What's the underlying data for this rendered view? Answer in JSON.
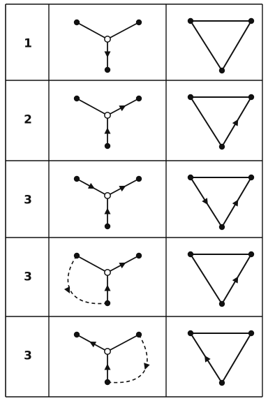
{
  "colors": {
    "ink": "#111111",
    "paper": "#ffffff"
  },
  "rows": [
    {
      "label": "1",
      "star_edges": [
        {
          "edge": "left",
          "arrow": "none"
        },
        {
          "edge": "right",
          "arrow": "none"
        },
        {
          "edge": "bottom",
          "arrow": "outward"
        }
      ],
      "star_dashed_arc": "none",
      "triangle_arrows": []
    },
    {
      "label": "2",
      "star_edges": [
        {
          "edge": "left",
          "arrow": "none"
        },
        {
          "edge": "right",
          "arrow": "outward"
        },
        {
          "edge": "bottom",
          "arrow": "inward"
        }
      ],
      "star_dashed_arc": "none",
      "triangle_arrows": [
        {
          "side": "right",
          "direction": "upward"
        }
      ]
    },
    {
      "label": "3",
      "star_edges": [
        {
          "edge": "left",
          "arrow": "inward"
        },
        {
          "edge": "right",
          "arrow": "outward"
        },
        {
          "edge": "bottom",
          "arrow": "inward"
        }
      ],
      "star_dashed_arc": "none",
      "triangle_arrows": [
        {
          "side": "left",
          "direction": "downward"
        },
        {
          "side": "right",
          "direction": "upward"
        }
      ]
    },
    {
      "label": "3",
      "star_edges": [
        {
          "edge": "left",
          "arrow": "none"
        },
        {
          "edge": "right",
          "arrow": "outward"
        },
        {
          "edge": "bottom",
          "arrow": "inward"
        }
      ],
      "star_dashed_arc": "left",
      "triangle_arrows": [
        {
          "side": "right",
          "direction": "upward"
        }
      ]
    },
    {
      "label": "3",
      "star_edges": [
        {
          "edge": "left",
          "arrow": "outward"
        },
        {
          "edge": "right",
          "arrow": "none"
        },
        {
          "edge": "bottom",
          "arrow": "inward"
        }
      ],
      "star_dashed_arc": "right",
      "triangle_arrows": [
        {
          "side": "left",
          "direction": "upward"
        }
      ]
    }
  ]
}
